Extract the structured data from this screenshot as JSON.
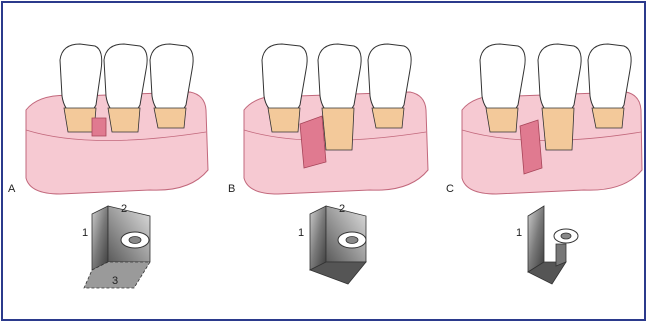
{
  "panels": [
    {
      "letter": "A",
      "wall_labels": [
        "1",
        "2",
        "3"
      ]
    },
    {
      "letter": "B",
      "wall_labels": [
        "1",
        "2"
      ]
    },
    {
      "letter": "C",
      "wall_labels": [
        "1"
      ]
    }
  ],
  "colors": {
    "border": "#2b3a8c",
    "gingiva": "#f6c9d2",
    "gingiva_outline": "#c2687c",
    "tooth": "#ffffff",
    "root": "#f3c99a",
    "defect": "#e07a90",
    "bone_model": "#6f6f6f"
  }
}
